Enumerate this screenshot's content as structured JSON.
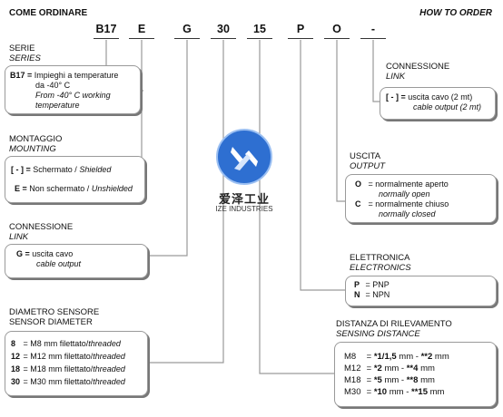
{
  "header": {
    "left_title": "COME ORDINARE",
    "right_title": "HOW TO ORDER"
  },
  "codes": [
    "B17",
    "E",
    "G",
    "30",
    "15",
    "P",
    "O",
    "-"
  ],
  "series": {
    "title_it": "SERIE",
    "title_en": "SERIES",
    "key": "B17 =",
    "text_it": "Impieghi  a temperature",
    "text_it2": "da -40° C",
    "text_en": "From  -40° C working",
    "text_en2": "temperature"
  },
  "mounting": {
    "title_it": "MONTAGGIO",
    "title_en": "MOUNTING",
    "items": [
      {
        "key": "[ - ] =",
        "it": "Schermato /",
        "en": "Shielded"
      },
      {
        "key": "E =",
        "it": "Non schermato /",
        "en": "Unshielded"
      }
    ]
  },
  "connection_left": {
    "title_it": "CONNESSIONE",
    "title_en": "LINK",
    "key": "G =",
    "it": "uscita cavo",
    "en": "cable output"
  },
  "diameter": {
    "title_it": "DIAMETRO SENSORE",
    "title_en": "SENSOR DIAMETER",
    "items": [
      {
        "key": "8",
        "it": "= M8  mm filettato/",
        "en": "threaded"
      },
      {
        "key": "12",
        "it": "= M12 mm filettato/",
        "en": "threaded"
      },
      {
        "key": "18",
        "it": "= M18 mm filettato/",
        "en": "threaded"
      },
      {
        "key": "30",
        "it": "= M30 mm filettato/",
        "en": "threaded"
      }
    ]
  },
  "connection_right": {
    "title_it": "CONNESSIONE",
    "title_en": "LINK",
    "key": "[ - ] =",
    "it": "uscita cavo (2 mt)",
    "en": "cable output (2 mt)"
  },
  "output": {
    "title_it": "USCITA",
    "title_en": "OUTPUT",
    "items": [
      {
        "key": "O",
        "it": "= normalmente aperto",
        "en": "normally open"
      },
      {
        "key": "C",
        "it": "= normalmente chiuso",
        "en": "normally closed"
      }
    ]
  },
  "electronics": {
    "title_it": "ELETTRONICA",
    "title_en": "ELECTRONICS",
    "items": [
      {
        "key": "P",
        "text": "= PNP"
      },
      {
        "key": "N",
        "text": "= NPN"
      }
    ]
  },
  "distance": {
    "title_it": "DISTANZA DI RILEVAMENTO",
    "title_en": "SENSING DISTANCE",
    "items": [
      {
        "size": "M8",
        "a": "*1/1,5",
        "sep": "mm -",
        "b": "**2",
        "unit": "mm"
      },
      {
        "size": "M12",
        "a": "*2",
        "sep": "mm -",
        "b": "**4",
        "unit": "mm"
      },
      {
        "size": "M18",
        "a": "*5",
        "sep": "mm -",
        "b": "**8",
        "unit": "mm"
      },
      {
        "size": "M30",
        "a": "*10",
        "sep": "mm -",
        "b": "**15",
        "unit": "mm"
      }
    ]
  },
  "logo": {
    "cn": "爱泽工业",
    "en": "IZE INDUSTRIES",
    "color": "#2e6fd1"
  }
}
